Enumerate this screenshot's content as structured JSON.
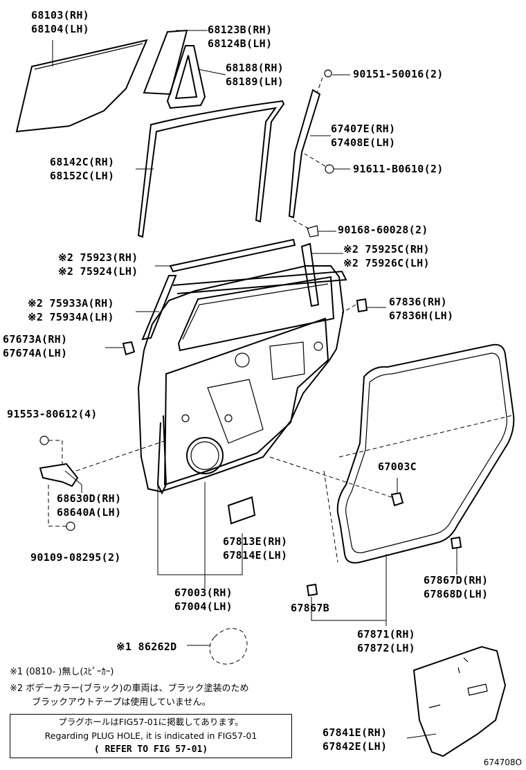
{
  "labels": {
    "l01": [
      "68103(RH)",
      "68104(LH)"
    ],
    "l02": [
      "68123B(RH)",
      "68124B(LH)"
    ],
    "l03": [
      "68188(RH)",
      "68189(LH)"
    ],
    "l04": [
      "90151-50016(2)"
    ],
    "l05": [
      "67407E(RH)",
      "67408E(LH)"
    ],
    "l06": [
      "68142C(RH)",
      "68152C(LH)"
    ],
    "l07": [
      "91611-B0610(2)"
    ],
    "l08": [
      "90168-60028(2)"
    ],
    "l09": [
      "※2 75923(RH)",
      "※2 75924(LH)"
    ],
    "l10": [
      "※2 75925C(RH)",
      "※2 75926C(LH)"
    ],
    "l11": [
      "※2 75933A(RH)",
      "※2 75934A(LH)"
    ],
    "l12": [
      "67836(RH)",
      "67836H(LH)"
    ],
    "l13": [
      "67673A(RH)",
      "67674A(LH)"
    ],
    "l14": [
      "91553-80612(4)"
    ],
    "l15": [
      "67003C"
    ],
    "l16": [
      "68630D(RH)",
      "68640A(LH)"
    ],
    "l17": [
      "67813E(RH)",
      "67814E(LH)"
    ],
    "l18": [
      "90109-08295(2)"
    ],
    "l19": [
      "67867D(RH)",
      "67868D(LH)"
    ],
    "l20": [
      "67003(RH)",
      "67004(LH)"
    ],
    "l21": [
      "67867B"
    ],
    "l22": [
      "67871(RH)",
      "67872(LH)"
    ],
    "l23": [
      "※1 86262D"
    ],
    "l24": [
      "67841E(RH)",
      "67842E(LH)"
    ]
  },
  "notes": {
    "note1": "※1 (0810-    )無し(ｽﾋﾟｰｶｰ)",
    "note2a": "※2 ボデーカラー(ブラック)の車両は、ブラック塗装のため",
    "note2b": "ブラックアウトテープは使用していません。"
  },
  "plug_hole_box": [
    "プラグホールはFIG57-01に掲載してあります。",
    "Regarding PLUG HOLE, it is indicated in FIG57-01",
    "( REFER TO FIG 57-01)"
  ],
  "figure_id": "674708O"
}
